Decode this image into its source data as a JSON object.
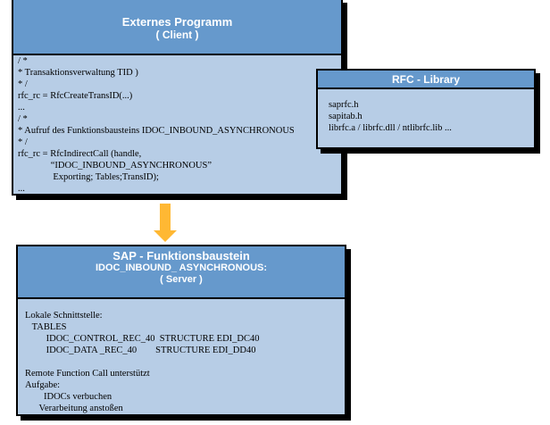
{
  "client": {
    "title": "Externes Programm",
    "subtitle": "( Client )",
    "lines": [
      "/ *",
      "* Transaktionsverwaltung TID )",
      "* /",
      "rfc_rc = RfcCreateTransID(...)",
      "...",
      "/ *",
      "* Aufruf des Funktionsbausteins IDOC_INBOUND_ASYNCHRONOUS",
      "* /",
      "rfc_rc = RfcIndirectCall (handle,",
      "              “IDOC_INBOUND_ASYNCHRONOUS”",
      "               Exporting; Tables;TransID);",
      "..."
    ]
  },
  "library": {
    "title": "RFC - Library",
    "lines": [
      "saprfc.h",
      "sapitab.h",
      "librfc.a / librfc.dll / ntlibrfc.lib ..."
    ]
  },
  "arrow": {
    "color": "#ffb833"
  },
  "server": {
    "title": "SAP - Funktionsbaustein",
    "function": "IDOC_INBOUND_ ASYNCHRONOUS:",
    "subtitle": "( Server )",
    "lines": [
      "Lokale Schnittstelle:",
      "   TABLES",
      "         IDOC_CONTROL_REC_40  STRUCTURE EDI_DC40",
      "         IDOC_DATA _REC_40        STRUCTURE EDI_DD40",
      "",
      "Remote Function Call unterstützt",
      "Aufgabe:",
      "        IDOCs verbuchen",
      "      Verarbeitung anstoßen"
    ]
  }
}
